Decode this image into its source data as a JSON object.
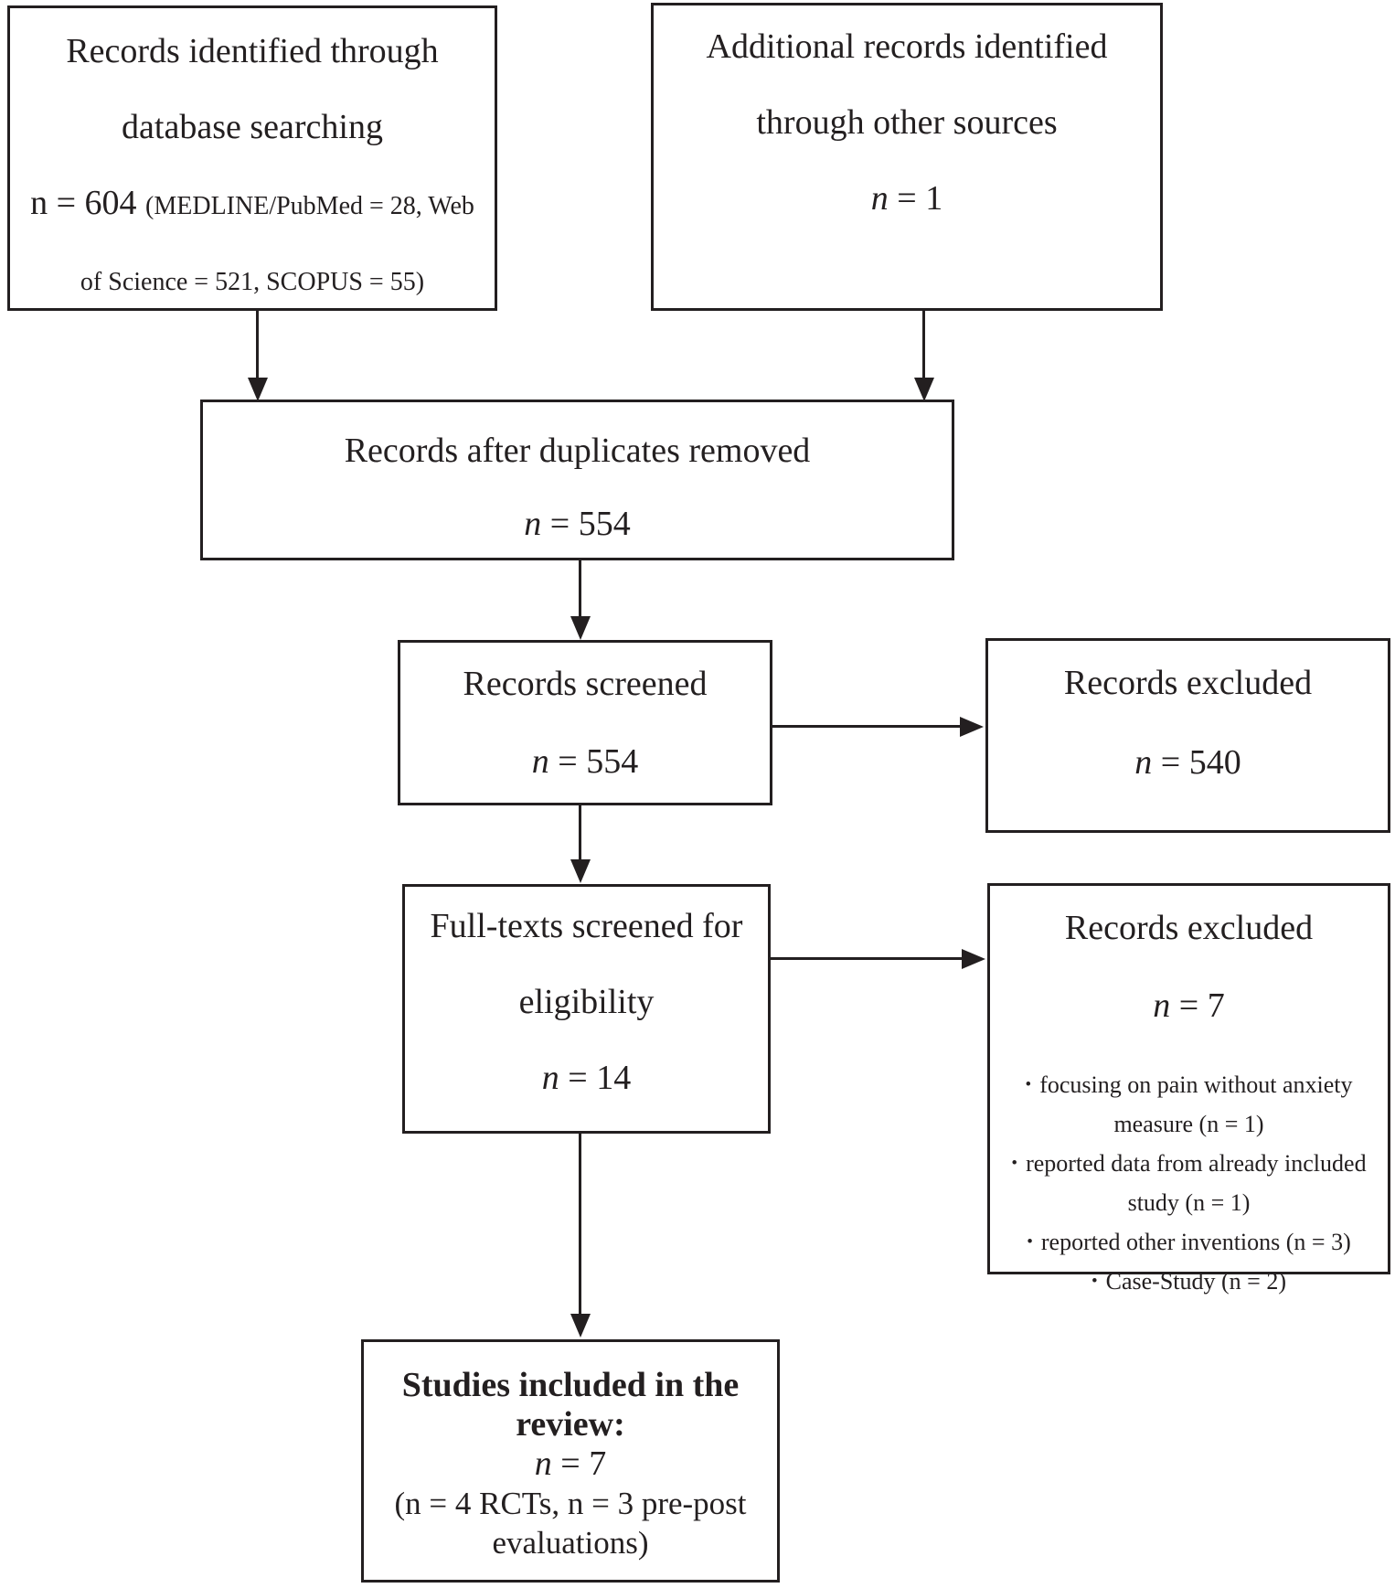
{
  "figure": {
    "type": "prisma-flow-diagram",
    "colors": {
      "border": "#231f20",
      "text": "#231f20",
      "background": "#ffffff"
    },
    "bullet_marker": "•"
  },
  "boxes": {
    "identification_db": {
      "line1": "Records identified through",
      "line2": "database searching",
      "n_text": "n = 604 ",
      "detail_line1": "(MEDLINE/PubMed = 28, Web",
      "detail_line2": "of Science = 521, SCOPUS = 55)"
    },
    "identification_other": {
      "line1": "Additional records identified",
      "line2": "through other sources",
      "n_label": "n",
      "n_rest": " = 1"
    },
    "duplicates_removed": {
      "line1": "Records after duplicates removed",
      "n_label": "n",
      "n_rest": " = 554"
    },
    "records_screened": {
      "line1": "Records screened",
      "n_label": "n",
      "n_rest": " = 554"
    },
    "records_excluded_screening": {
      "line1": "Records excluded",
      "n_label": "n",
      "n_rest": " = 540"
    },
    "fulltext_screened": {
      "line1": "Full-texts screened for",
      "line2": "eligibility",
      "n_label": "n",
      "n_rest": " = 14"
    },
    "records_excluded_fulltext": {
      "line1": "Records excluded",
      "n_label": "n",
      "n_rest": " = 7",
      "reasons": [
        "focusing on pain without anxiety measure (n = 1)",
        "reported data from already included study (n = 1)",
        "reported other inventions (n = 3)",
        "Case-Study (n = 2)"
      ]
    },
    "studies_included": {
      "line1": "Studies included in the",
      "line2": "review:",
      "n_label": "n",
      "n_rest": " = 7",
      "detail_line1": "(n = 4 RCTs, n = 3 pre-post",
      "detail_line2": "evaluations)"
    }
  }
}
